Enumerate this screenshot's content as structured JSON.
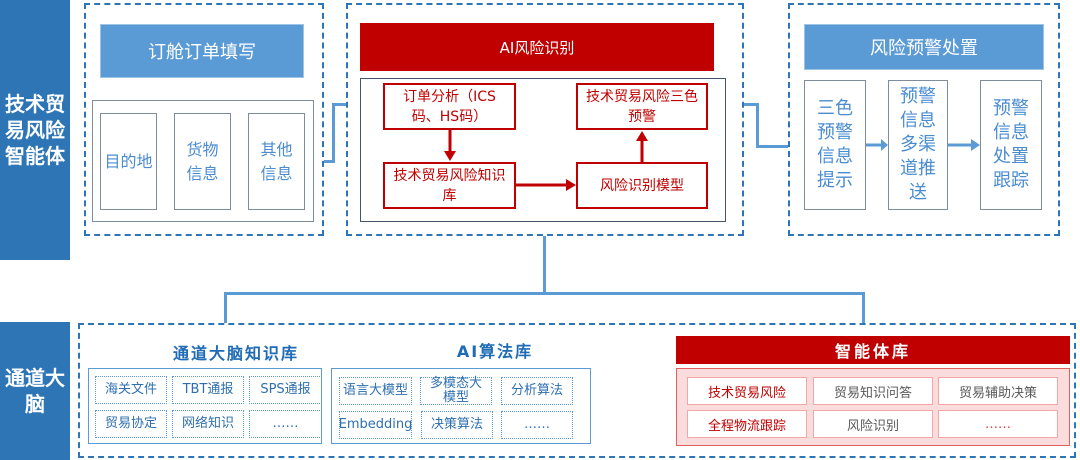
{
  "side": {
    "top": "技术贸易风险智能体",
    "bottom": "通道大脑"
  },
  "order": {
    "title": "订舱订单填写",
    "items": [
      "目的地",
      "货物信息",
      "其他信息"
    ]
  },
  "ai": {
    "title": "AI风险识别",
    "order_analysis": "订单分析（ICS码、HS码）",
    "knowledge": "技术贸易风险知识库",
    "model": "风险识别模型",
    "warning": "技术贸易风险三色预警"
  },
  "risk": {
    "title": "风险预警处置",
    "items": [
      "三色预警信息提示",
      "预警信息多渠道推送",
      "预警信息处置跟踪"
    ]
  },
  "kb": {
    "title": "通道大脑知识库",
    "items": [
      "海关文件",
      "TBT通报",
      "SPS通报",
      "贸易协定",
      "网络知识",
      "……"
    ]
  },
  "algo": {
    "title": "AI算法库",
    "items": [
      "语言大模型",
      "多模态大模型",
      "分析算法",
      "Embedding",
      "决策算法",
      "……"
    ]
  },
  "agent": {
    "title": "智能体库",
    "items": [
      "技术贸易风险",
      "贸易知识问答",
      "贸易辅助决策",
      "全程物流跟踪",
      "风险识别",
      "……"
    ]
  },
  "colors": {
    "blue": "#2e75b6",
    "red": "#c00000"
  }
}
